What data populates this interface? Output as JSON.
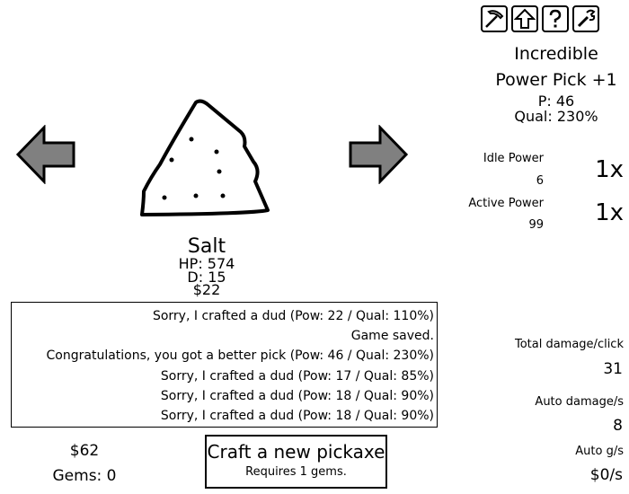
{
  "toolbar": {
    "icons": [
      "pickaxe-icon",
      "upgrade-arrow-icon",
      "help-icon",
      "wrench-icon"
    ]
  },
  "pick": {
    "name_line1": "Incredible",
    "name_line2": "Power Pick +1",
    "power": "P: 46",
    "quality": "Qual: 230%"
  },
  "idle_power": {
    "label": "Idle Power",
    "value": "6",
    "multiplier": "1x"
  },
  "active_power": {
    "label": "Active Power",
    "value": "99",
    "multiplier": "1x"
  },
  "rock": {
    "name": "Salt",
    "hp": "HP: 574",
    "defense": "D: 15",
    "value": "$22"
  },
  "log": [
    "Sorry, I crafted a dud (Pow: 22 / Qual: 110%)",
    "Game saved.",
    "Congratulations, you got a better pick (Pow: 46 / Qual: 230%)",
    "Sorry, I crafted a dud (Pow: 17 / Qual: 85%)",
    "Sorry, I crafted a dud (Pow: 18 / Qual: 90%)",
    "Sorry, I crafted a dud (Pow: 18 / Qual: 90%)"
  ],
  "wallet": {
    "money": "$62",
    "gems": "Gems: 0"
  },
  "craft": {
    "title": "Craft a new pickaxe",
    "requirement": "Requires 1 gems."
  },
  "stats": {
    "total_damage_label": "Total damage/click",
    "total_damage": "31",
    "auto_damage_label": "Auto damage/s",
    "auto_damage": "8",
    "auto_gold_label": "Auto g/s",
    "auto_gold": "$0/s"
  }
}
